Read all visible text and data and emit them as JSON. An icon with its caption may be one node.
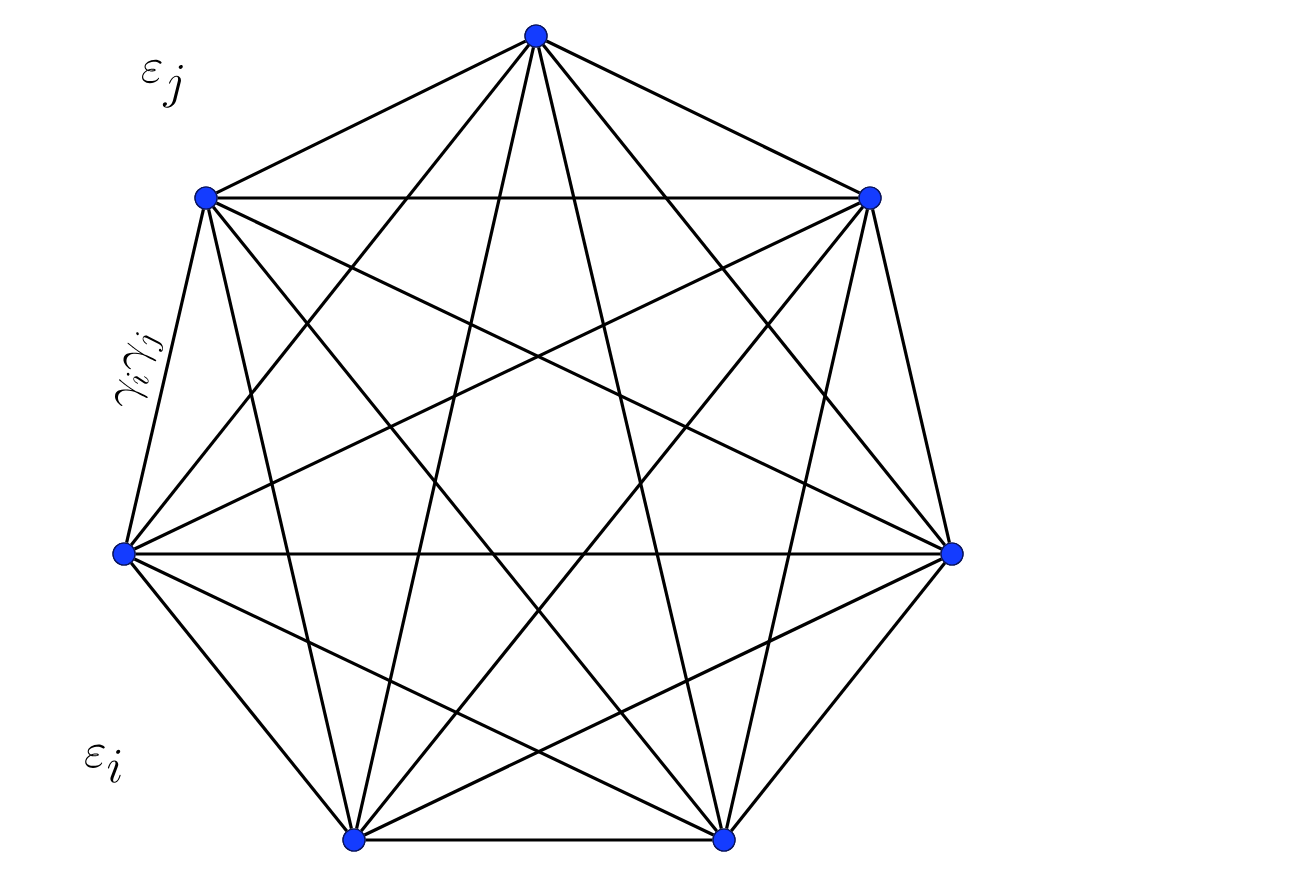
{
  "diagram": {
    "nodes": [
      {
        "text": [],
        "shape": "circle"
      },
      {
        "text": [],
        "shape": "circle"
      },
      {
        "text": [],
        "shape": "circle"
      },
      {
        "text": [],
        "shape": "circle"
      },
      {
        "text": [],
        "shape": "circle"
      },
      {
        "text": [],
        "shape": "circle"
      },
      {
        "text": [],
        "shape": "circle"
      }
    ],
    "edges": [
      {
        "from": 0,
        "to": 1,
        "arrow": "none"
      },
      {
        "from": 0,
        "to": 2,
        "arrow": "none"
      },
      {
        "from": 0,
        "to": 3,
        "arrow": "none"
      },
      {
        "from": 0,
        "to": 4,
        "arrow": "none"
      },
      {
        "from": 0,
        "to": 5,
        "arrow": "none"
      },
      {
        "from": 0,
        "to": 6,
        "arrow": "none"
      },
      {
        "from": 1,
        "to": 2,
        "arrow": "none"
      },
      {
        "from": 1,
        "to": 3,
        "arrow": "none",
        "label": "\\gamma_i\\gamma_j"
      },
      {
        "from": 1,
        "to": 4,
        "arrow": "none"
      },
      {
        "from": 1,
        "to": 5,
        "arrow": "none"
      },
      {
        "from": 1,
        "to": 6,
        "arrow": "none"
      },
      {
        "from": 2,
        "to": 3,
        "arrow": "none"
      },
      {
        "from": 2,
        "to": 4,
        "arrow": "none"
      },
      {
        "from": 2,
        "to": 5,
        "arrow": "none"
      },
      {
        "from": 2,
        "to": 6,
        "arrow": "none"
      },
      {
        "from": 3,
        "to": 4,
        "arrow": "none"
      },
      {
        "from": 3,
        "to": 5,
        "arrow": "none"
      },
      {
        "from": 3,
        "to": 6,
        "arrow": "none"
      },
      {
        "from": 4,
        "to": 5,
        "arrow": "none"
      },
      {
        "from": 4,
        "to": 6,
        "arrow": "none"
      },
      {
        "from": 5,
        "to": 6,
        "arrow": "none"
      }
    ],
    "labels": [
      "\\varepsilon_j",
      "\\varepsilon_i"
    ]
  }
}
